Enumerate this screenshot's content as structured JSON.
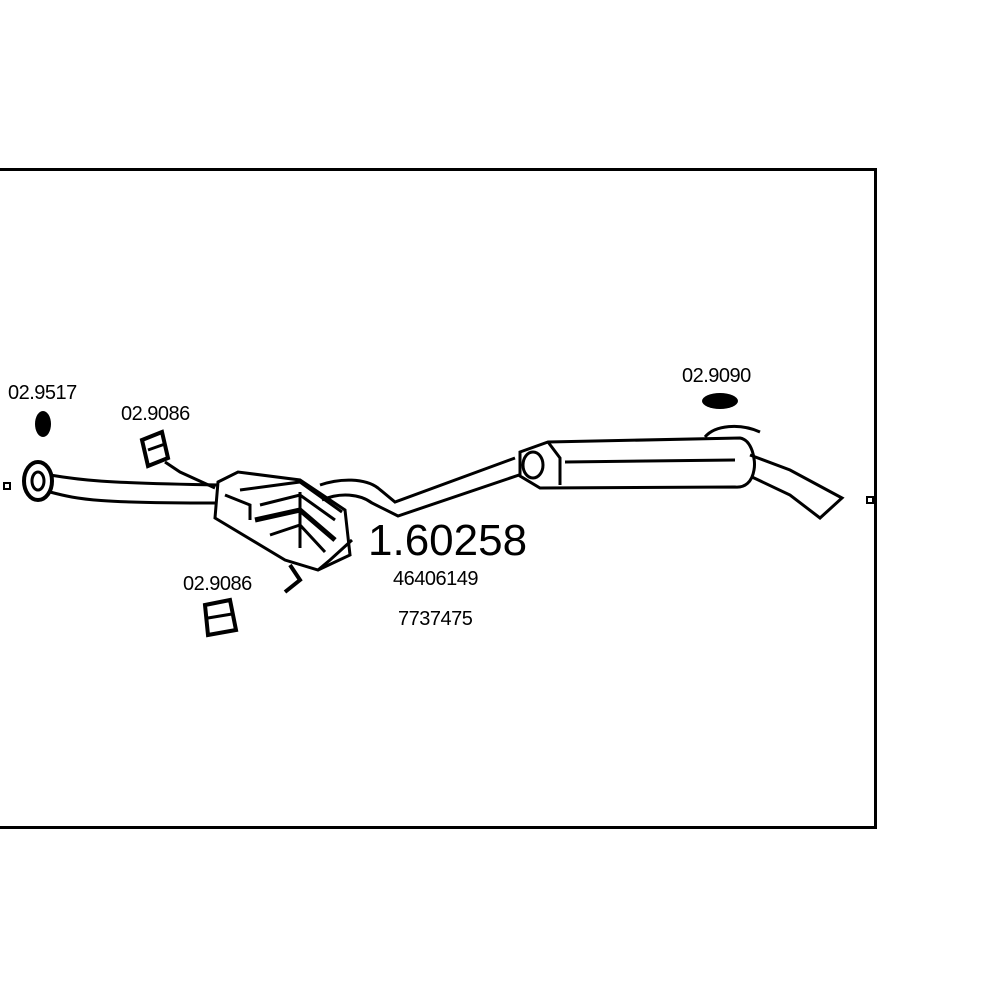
{
  "part_number": "1.60258",
  "oem_numbers": [
    "46406149",
    "7737475"
  ],
  "accessories": [
    {
      "code": "02.9517"
    },
    {
      "code": "02.9086"
    },
    {
      "code": "02.9086"
    },
    {
      "code": "02.9090"
    }
  ]
}
